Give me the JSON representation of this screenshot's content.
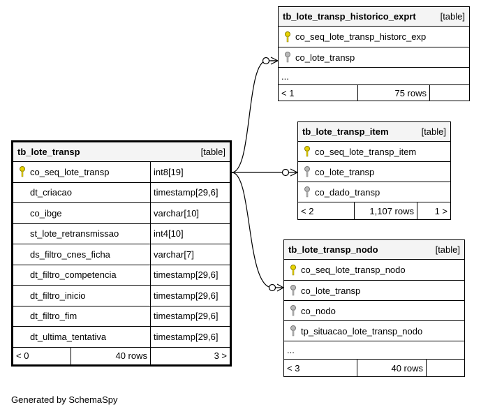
{
  "footer": {
    "generated": "Generated by SchemaSpy"
  },
  "colors": {
    "pk_key": "#e8d400",
    "fk_key": "#b8b8b8"
  },
  "tables": {
    "historico": {
      "name": "tb_lote_transp_historico_exprt",
      "kind": "[table]",
      "columns": [
        {
          "name": "co_seq_lote_transp_historc_exp",
          "icon": "primary-key-icon"
        },
        {
          "name": "co_lote_transp",
          "icon": "foreign-key-icon"
        }
      ],
      "ellipsis": "...",
      "footer": {
        "left": "< 1",
        "rows": "75 rows",
        "right": ""
      }
    },
    "item": {
      "name": "tb_lote_transp_item",
      "kind": "[table]",
      "columns": [
        {
          "name": "co_seq_lote_transp_item",
          "icon": "primary-key-icon"
        },
        {
          "name": "co_lote_transp",
          "icon": "foreign-key-icon"
        },
        {
          "name": "co_dado_transp",
          "icon": "foreign-key-icon"
        }
      ],
      "footer": {
        "left": "< 2",
        "rows": "1,107 rows",
        "right": "1 >"
      }
    },
    "main": {
      "name": "tb_lote_transp",
      "kind": "[table]",
      "columns": [
        {
          "name": "co_seq_lote_transp",
          "type": "int8[19]",
          "icon": "primary-key-icon"
        },
        {
          "name": "dt_criacao",
          "type": "timestamp[29,6]"
        },
        {
          "name": "co_ibge",
          "type": "varchar[10]"
        },
        {
          "name": "st_lote_retransmissao",
          "type": "int4[10]"
        },
        {
          "name": "ds_filtro_cnes_ficha",
          "type": "varchar[7]"
        },
        {
          "name": "dt_filtro_competencia",
          "type": "timestamp[29,6]"
        },
        {
          "name": "dt_filtro_inicio",
          "type": "timestamp[29,6]"
        },
        {
          "name": "dt_filtro_fim",
          "type": "timestamp[29,6]"
        },
        {
          "name": "dt_ultima_tentativa",
          "type": "timestamp[29,6]"
        }
      ],
      "footer": {
        "left": "< 0",
        "rows": "40 rows",
        "right": "3 >"
      }
    },
    "nodo": {
      "name": "tb_lote_transp_nodo",
      "kind": "[table]",
      "columns": [
        {
          "name": "co_seq_lote_transp_nodo",
          "icon": "primary-key-icon"
        },
        {
          "name": "co_lote_transp",
          "icon": "foreign-key-icon"
        },
        {
          "name": "co_nodo",
          "icon": "foreign-key-icon"
        },
        {
          "name": "tp_situacao_lote_transp_nodo",
          "icon": "foreign-key-icon"
        }
      ],
      "ellipsis": "...",
      "footer": {
        "left": "< 3",
        "rows": "40 rows",
        "right": ""
      }
    }
  }
}
